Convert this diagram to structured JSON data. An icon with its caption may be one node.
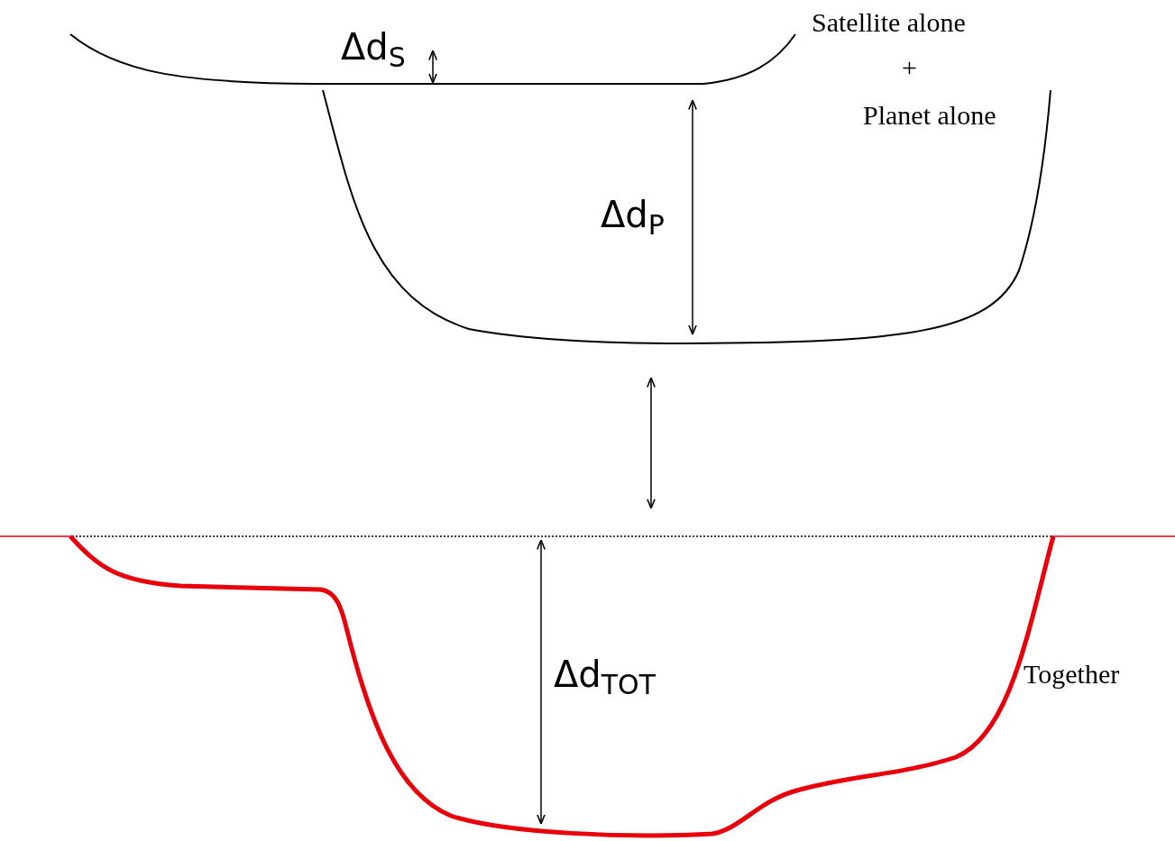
{
  "diagram": {
    "labels": [
      "Δd$_{S}$",
      "Satellite alone",
      "+",
      "Planet alone",
      "Δd$_{P}$",
      "Δd$_{TOT}$",
      "Together"
    ]
  }
}
